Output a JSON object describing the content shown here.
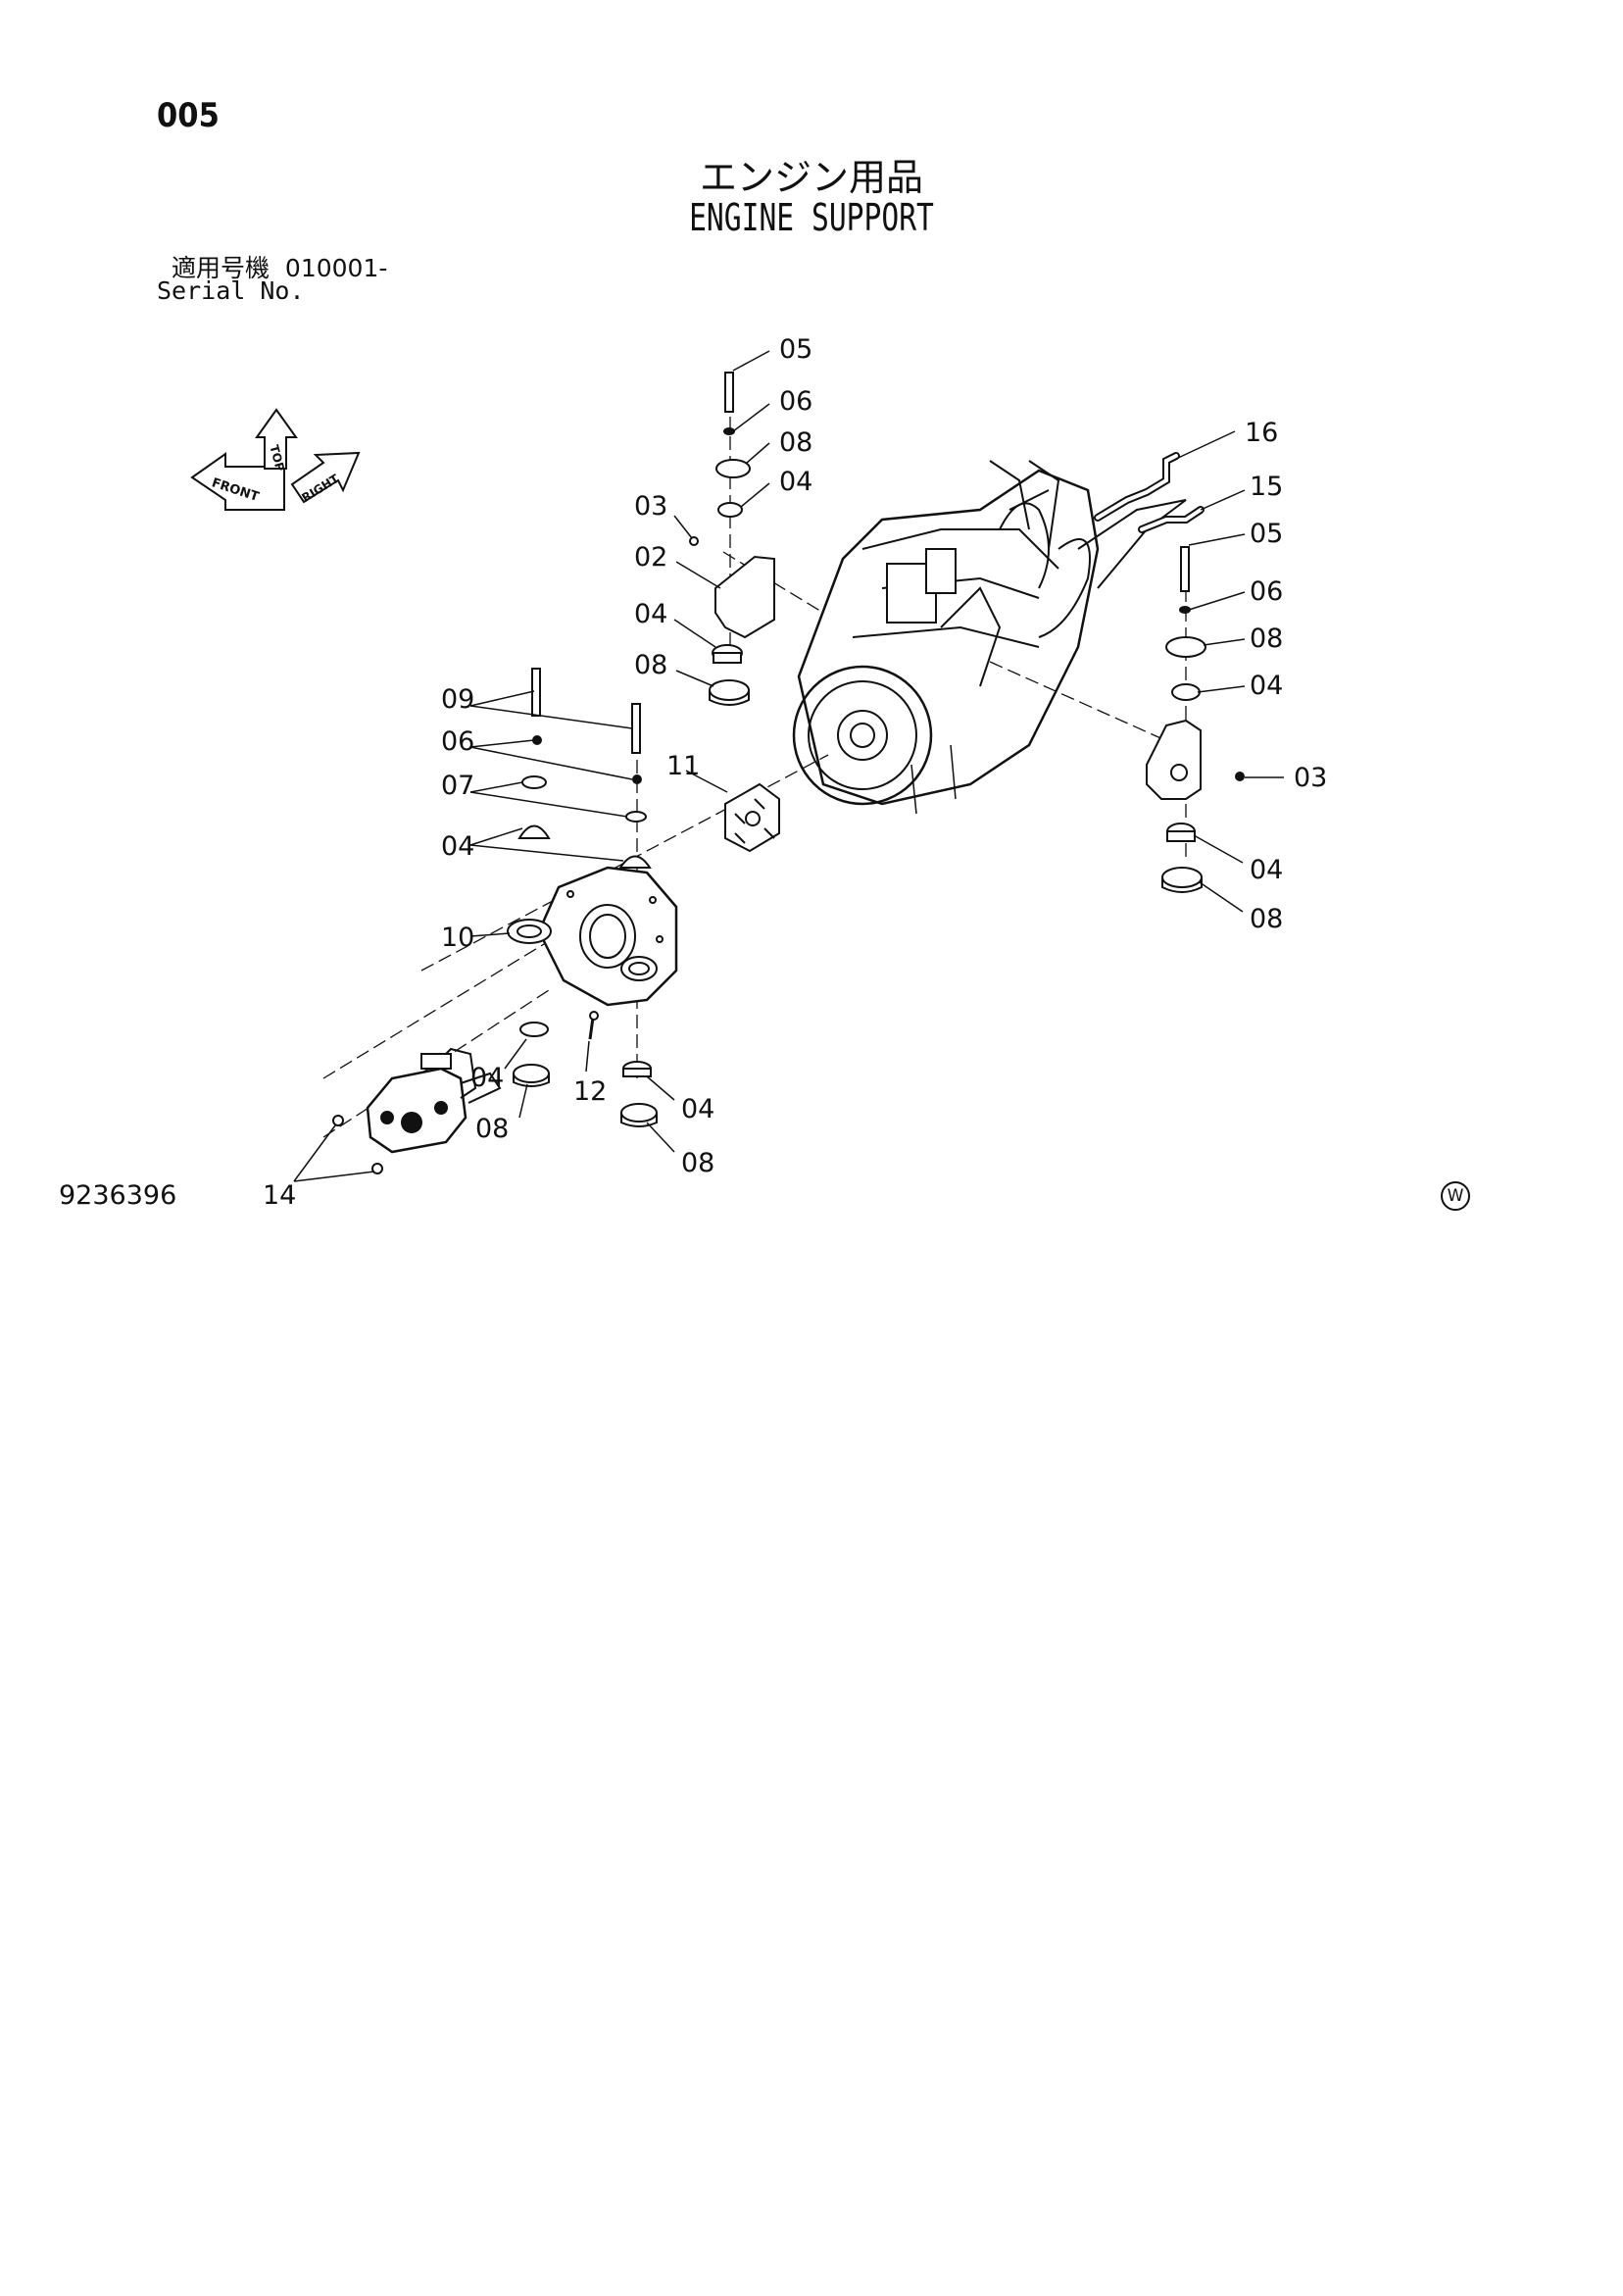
{
  "page": {
    "number": "005",
    "title_jp": "エンジン用品",
    "title_en": "ENGINE SUPPORT",
    "serial_label_jp": "適用号機",
    "serial_value": "010001-",
    "serial_label_en": "Serial No.",
    "drawing_id": "9236396",
    "corner_mark": "W"
  },
  "orientation_indicator": {
    "labels": [
      "FRONT",
      "TOP",
      "RIGHT"
    ]
  },
  "callouts": [
    {
      "id": "c1",
      "label": "05"
    },
    {
      "id": "c2",
      "label": "06"
    },
    {
      "id": "c3",
      "label": "08"
    },
    {
      "id": "c4",
      "label": "04"
    },
    {
      "id": "c5",
      "label": "03"
    },
    {
      "id": "c6",
      "label": "02"
    },
    {
      "id": "c7",
      "label": "04"
    },
    {
      "id": "c8",
      "label": "08"
    },
    {
      "id": "c9",
      "label": "16"
    },
    {
      "id": "c10",
      "label": "15"
    },
    {
      "id": "c11",
      "label": "05"
    },
    {
      "id": "c12",
      "label": "06"
    },
    {
      "id": "c13",
      "label": "08"
    },
    {
      "id": "c14",
      "label": "04"
    },
    {
      "id": "c15",
      "label": "03"
    },
    {
      "id": "c16",
      "label": "04"
    },
    {
      "id": "c17",
      "label": "08"
    },
    {
      "id": "c18",
      "label": "09"
    },
    {
      "id": "c19",
      "label": "06"
    },
    {
      "id": "c20",
      "label": "07"
    },
    {
      "id": "c21",
      "label": "04"
    },
    {
      "id": "c22",
      "label": "11"
    },
    {
      "id": "c23",
      "label": "10"
    },
    {
      "id": "c24",
      "label": "04"
    },
    {
      "id": "c25",
      "label": "08"
    },
    {
      "id": "c26",
      "label": "12"
    },
    {
      "id": "c27",
      "label": "04"
    },
    {
      "id": "c28",
      "label": "08"
    },
    {
      "id": "c29",
      "label": "14"
    }
  ]
}
